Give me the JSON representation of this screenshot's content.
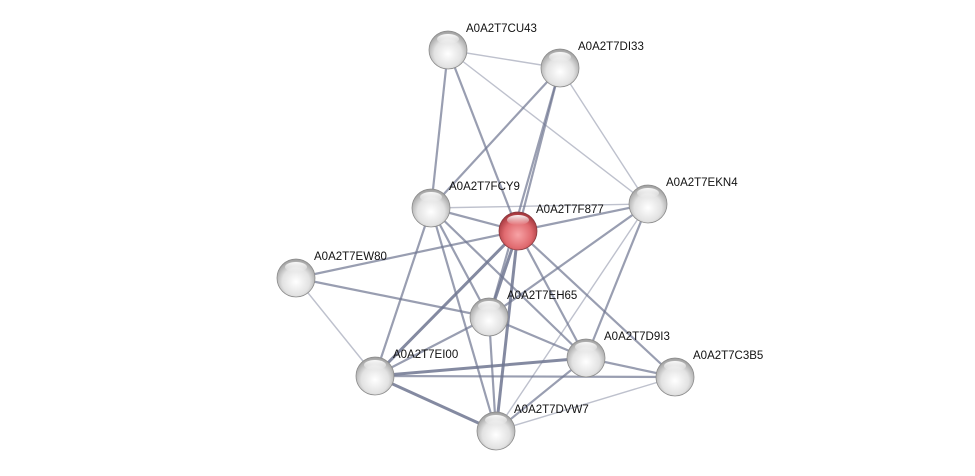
{
  "network": {
    "nodes": [
      {
        "id": "CU43",
        "label": "A0A2T7CU43",
        "query": false
      },
      {
        "id": "DI33",
        "label": "A0A2T7DI33",
        "query": false
      },
      {
        "id": "EKN4",
        "label": "A0A2T7EKN4",
        "query": false
      },
      {
        "id": "FCY9",
        "label": "A0A2T7FCY9",
        "query": false
      },
      {
        "id": "F877",
        "label": "A0A2T7F877",
        "query": true
      },
      {
        "id": "EW80",
        "label": "A0A2T7EW80",
        "query": false
      },
      {
        "id": "EH65",
        "label": "A0A2T7EH65",
        "query": false
      },
      {
        "id": "D9I3",
        "label": "A0A2T7D9I3",
        "query": false
      },
      {
        "id": "C3B5",
        "label": "A0A2T7C3B5",
        "query": false
      },
      {
        "id": "EI00",
        "label": "A0A2T7EI00",
        "query": false
      },
      {
        "id": "DVW7",
        "label": "A0A2T7DVW7",
        "query": false
      }
    ],
    "edges": [
      [
        "CU43",
        "DI33",
        1
      ],
      [
        "CU43",
        "FCY9",
        2
      ],
      [
        "CU43",
        "F877",
        2
      ],
      [
        "CU43",
        "EKN4",
        1
      ],
      [
        "DI33",
        "FCY9",
        2
      ],
      [
        "DI33",
        "F877",
        2
      ],
      [
        "DI33",
        "EH65",
        2
      ],
      [
        "DI33",
        "EKN4",
        1
      ],
      [
        "FCY9",
        "F877",
        2
      ],
      [
        "FCY9",
        "EKN4",
        1
      ],
      [
        "FCY9",
        "EH65",
        2
      ],
      [
        "FCY9",
        "D9I3",
        2
      ],
      [
        "FCY9",
        "EI00",
        2
      ],
      [
        "FCY9",
        "DVW7",
        2
      ],
      [
        "F877",
        "EKN4",
        2
      ],
      [
        "F877",
        "EW80",
        2
      ],
      [
        "F877",
        "EH65",
        3
      ],
      [
        "F877",
        "D9I3",
        2
      ],
      [
        "F877",
        "C3B5",
        2
      ],
      [
        "F877",
        "EI00",
        3
      ],
      [
        "F877",
        "DVW7",
        3
      ],
      [
        "EKN4",
        "EH65",
        2
      ],
      [
        "EKN4",
        "D9I3",
        2
      ],
      [
        "EKN4",
        "DVW7",
        1
      ],
      [
        "EW80",
        "EH65",
        2
      ],
      [
        "EW80",
        "EI00",
        1
      ],
      [
        "EH65",
        "EI00",
        2
      ],
      [
        "EH65",
        "D9I3",
        2
      ],
      [
        "EH65",
        "DVW7",
        2
      ],
      [
        "D9I3",
        "EI00",
        3
      ],
      [
        "D9I3",
        "DVW7",
        2
      ],
      [
        "D9I3",
        "C3B5",
        2
      ],
      [
        "EI00",
        "DVW7",
        3
      ],
      [
        "EI00",
        "C3B5",
        2
      ],
      [
        "DVW7",
        "C3B5",
        1
      ]
    ],
    "colors": {
      "edge": "#6e7590",
      "node": "#d8d8d8",
      "query_node": "#d9545a"
    }
  }
}
